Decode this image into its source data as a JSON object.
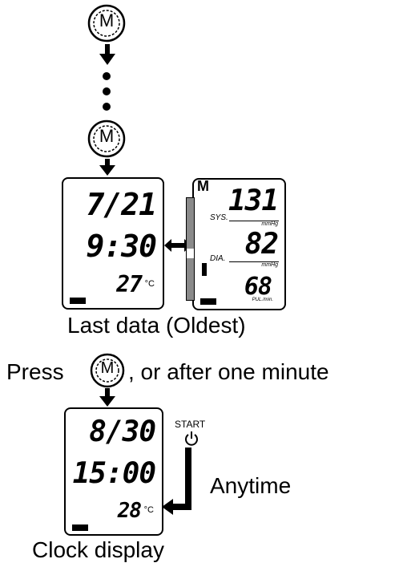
{
  "buttons": {
    "m_label": "M"
  },
  "display_last": {
    "date": "7/21",
    "time": "9:30",
    "temp": "27",
    "temp_unit": "°C"
  },
  "display_reading": {
    "memory_mark": "M",
    "systolic": "131",
    "systolic_label": "SYS.",
    "systolic_unit": "mmHg",
    "diastolic": "82",
    "diastolic_label": "DIA.",
    "diastolic_unit": "mmHg",
    "pulse": "68",
    "pulse_unit": "PUL./min."
  },
  "captions": {
    "last_data": "Last data (Oldest)",
    "press_before": "Press",
    "press_after": ", or after one minute",
    "anytime": "Anytime",
    "start_label": "START",
    "clock_display": "Clock display"
  },
  "display_clock": {
    "date": "8/30",
    "time": "15:00",
    "temp": "28",
    "temp_unit": "°C"
  }
}
